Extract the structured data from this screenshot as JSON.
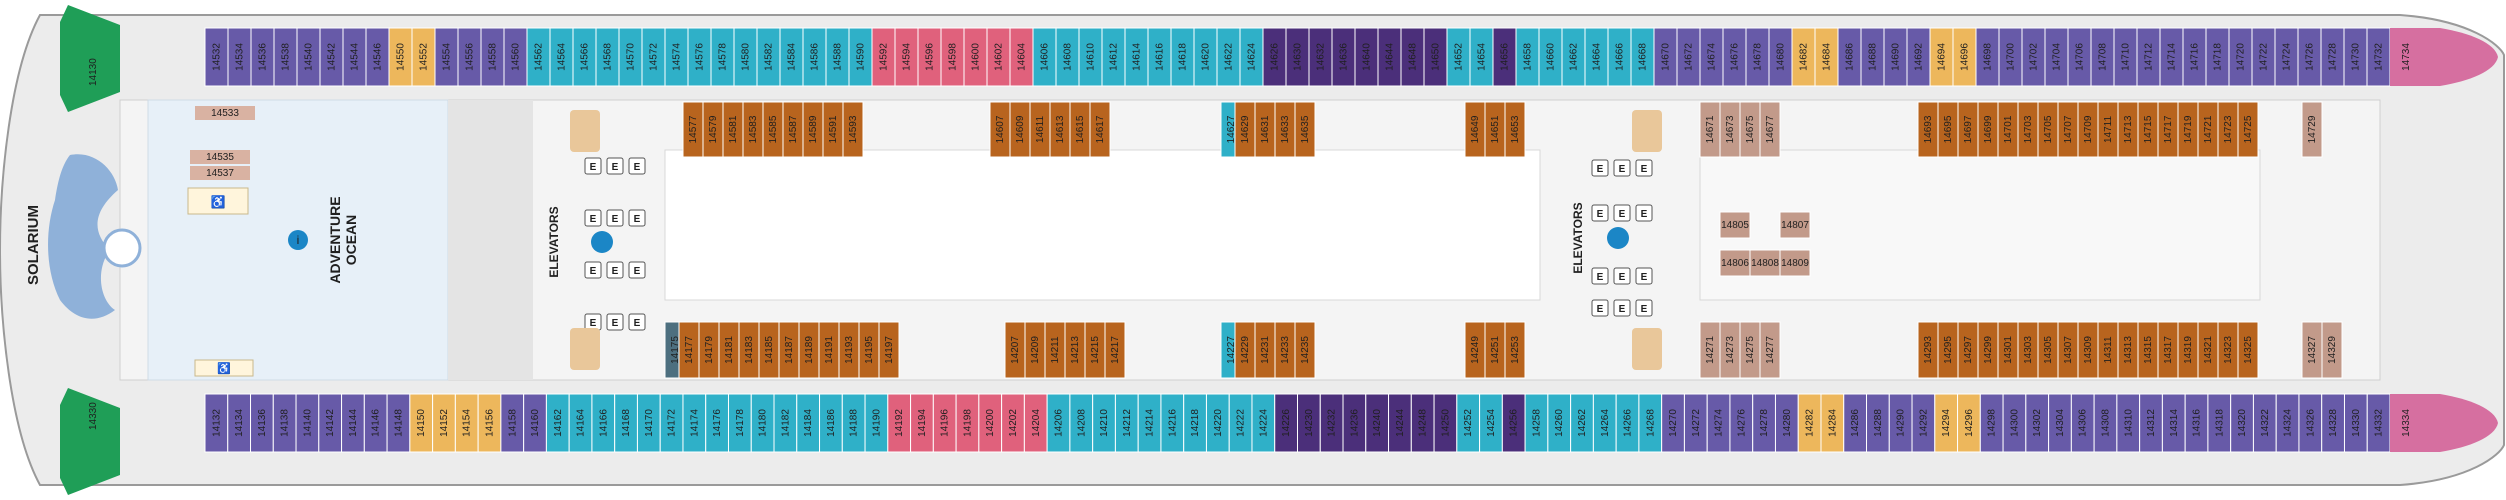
{
  "deck": {
    "solarium_label": "SOLARIUM",
    "adventure_label_1": "ADVENTURE",
    "adventure_label_2": "OCEAN",
    "elevators_fwd_label": "ELEVATORS",
    "elevators_aft_label": "ELEVATORS",
    "lift_letter": "E",
    "wing_port_number": "14130",
    "wing_starboard_number": "14330"
  },
  "legend_colors": {
    "balcony": "#675aa8",
    "oceanview": "#2fb0c8",
    "interior": "#b8641e",
    "suite": "#4b2f7a",
    "spa": "#e0617c",
    "family": "#edb75c",
    "boardwalk": "#c29a8a",
    "wing": "#1f9e57",
    "aft_suite": "#d66fa0"
  },
  "top_row": [
    {
      "n": "14532",
      "t": "balcony"
    },
    {
      "n": "14534",
      "t": "balcony"
    },
    {
      "n": "14536",
      "t": "balcony"
    },
    {
      "n": "14538",
      "t": "balcony"
    },
    {
      "n": "14540",
      "t": "balcony"
    },
    {
      "n": "14542",
      "t": "balcony"
    },
    {
      "n": "14544",
      "t": "balcony"
    },
    {
      "n": "14546",
      "t": "balcony"
    },
    {
      "n": "14550",
      "t": "family"
    },
    {
      "n": "14552",
      "t": "family"
    },
    {
      "n": "14554",
      "t": "balcony"
    },
    {
      "n": "14556",
      "t": "balcony"
    },
    {
      "n": "14558",
      "t": "balcony"
    },
    {
      "n": "14560",
      "t": "balcony"
    },
    {
      "n": "14562",
      "t": "oceanview"
    },
    {
      "n": "14564",
      "t": "oceanview"
    },
    {
      "n": "14566",
      "t": "oceanview"
    },
    {
      "n": "14568",
      "t": "oceanview"
    },
    {
      "n": "14570",
      "t": "oceanview"
    },
    {
      "n": "14572",
      "t": "oceanview"
    },
    {
      "n": "14574",
      "t": "oceanview"
    },
    {
      "n": "14576",
      "t": "oceanview"
    },
    {
      "n": "14578",
      "t": "oceanview"
    },
    {
      "n": "14580",
      "t": "oceanview"
    },
    {
      "n": "14582",
      "t": "oceanview"
    },
    {
      "n": "14584",
      "t": "oceanview"
    },
    {
      "n": "14586",
      "t": "oceanview"
    },
    {
      "n": "14588",
      "t": "oceanview"
    },
    {
      "n": "14590",
      "t": "oceanview"
    },
    {
      "n": "14592",
      "t": "spa"
    },
    {
      "n": "14594",
      "t": "spa"
    },
    {
      "n": "14596",
      "t": "spa"
    },
    {
      "n": "14598",
      "t": "spa"
    },
    {
      "n": "14600",
      "t": "spa"
    },
    {
      "n": "14602",
      "t": "spa"
    },
    {
      "n": "14604",
      "t": "spa"
    },
    {
      "n": "14606",
      "t": "oceanview"
    },
    {
      "n": "14608",
      "t": "oceanview"
    },
    {
      "n": "14610",
      "t": "oceanview"
    },
    {
      "n": "14612",
      "t": "oceanview"
    },
    {
      "n": "14614",
      "t": "oceanview"
    },
    {
      "n": "14616",
      "t": "oceanview"
    },
    {
      "n": "14618",
      "t": "oceanview"
    },
    {
      "n": "14620",
      "t": "oceanview"
    },
    {
      "n": "14622",
      "t": "oceanview"
    },
    {
      "n": "14624",
      "t": "oceanview"
    },
    {
      "n": "14626",
      "t": "suite"
    },
    {
      "n": "14630",
      "t": "suite"
    },
    {
      "n": "14632",
      "t": "suite"
    },
    {
      "n": "14636",
      "t": "suite"
    },
    {
      "n": "14640",
      "t": "suite"
    },
    {
      "n": "14644",
      "t": "suite"
    },
    {
      "n": "14648",
      "t": "suite"
    },
    {
      "n": "14650",
      "t": "suite"
    },
    {
      "n": "14652",
      "t": "oceanview"
    },
    {
      "n": "14654",
      "t": "oceanview"
    },
    {
      "n": "14656",
      "t": "suite"
    },
    {
      "n": "14658",
      "t": "oceanview"
    },
    {
      "n": "14660",
      "t": "oceanview"
    },
    {
      "n": "14662",
      "t": "oceanview"
    },
    {
      "n": "14664",
      "t": "oceanview"
    },
    {
      "n": "14666",
      "t": "oceanview"
    },
    {
      "n": "14668",
      "t": "oceanview"
    },
    {
      "n": "14670",
      "t": "balcony"
    },
    {
      "n": "14672",
      "t": "balcony"
    },
    {
      "n": "14674",
      "t": "balcony"
    },
    {
      "n": "14676",
      "t": "balcony"
    },
    {
      "n": "14678",
      "t": "balcony"
    },
    {
      "n": "14680",
      "t": "balcony"
    },
    {
      "n": "14682",
      "t": "family"
    },
    {
      "n": "14684",
      "t": "family"
    },
    {
      "n": "14686",
      "t": "balcony"
    },
    {
      "n": "14688",
      "t": "balcony"
    },
    {
      "n": "14690",
      "t": "balcony"
    },
    {
      "n": "14692",
      "t": "balcony"
    },
    {
      "n": "14694",
      "t": "family"
    },
    {
      "n": "14696",
      "t": "family"
    },
    {
      "n": "14698",
      "t": "balcony"
    },
    {
      "n": "14700",
      "t": "balcony"
    },
    {
      "n": "14702",
      "t": "balcony"
    },
    {
      "n": "14704",
      "t": "balcony"
    },
    {
      "n": "14706",
      "t": "balcony"
    },
    {
      "n": "14708",
      "t": "balcony"
    },
    {
      "n": "14710",
      "t": "balcony"
    },
    {
      "n": "14712",
      "t": "balcony"
    },
    {
      "n": "14714",
      "t": "balcony"
    },
    {
      "n": "14716",
      "t": "balcony"
    },
    {
      "n": "14718",
      "t": "balcony"
    },
    {
      "n": "14720",
      "t": "balcony"
    },
    {
      "n": "14722",
      "t": "balcony"
    },
    {
      "n": "14724",
      "t": "balcony"
    },
    {
      "n": "14726",
      "t": "balcony"
    },
    {
      "n": "14728",
      "t": "balcony"
    },
    {
      "n": "14730",
      "t": "balcony"
    },
    {
      "n": "14732",
      "t": "balcony"
    }
  ],
  "top_row_end": {
    "n": "14734",
    "t": "aft_suite"
  },
  "bottom_row": [
    {
      "n": "14132",
      "t": "balcony"
    },
    {
      "n": "14134",
      "t": "balcony"
    },
    {
      "n": "14136",
      "t": "balcony"
    },
    {
      "n": "14138",
      "t": "balcony"
    },
    {
      "n": "14140",
      "t": "balcony"
    },
    {
      "n": "14142",
      "t": "balcony"
    },
    {
      "n": "14144",
      "t": "balcony"
    },
    {
      "n": "14146",
      "t": "balcony"
    },
    {
      "n": "14148",
      "t": "balcony"
    },
    {
      "n": "14150",
      "t": "family"
    },
    {
      "n": "14152",
      "t": "family"
    },
    {
      "n": "14154",
      "t": "family"
    },
    {
      "n": "14156",
      "t": "family"
    },
    {
      "n": "14158",
      "t": "balcony"
    },
    {
      "n": "14160",
      "t": "balcony"
    },
    {
      "n": "14162",
      "t": "oceanview"
    },
    {
      "n": "14164",
      "t": "oceanview"
    },
    {
      "n": "14166",
      "t": "oceanview"
    },
    {
      "n": "14168",
      "t": "oceanview"
    },
    {
      "n": "14170",
      "t": "oceanview"
    },
    {
      "n": "14172",
      "t": "oceanview"
    },
    {
      "n": "14174",
      "t": "oceanview"
    },
    {
      "n": "14176",
      "t": "oceanview"
    },
    {
      "n": "14178",
      "t": "oceanview"
    },
    {
      "n": "14180",
      "t": "oceanview"
    },
    {
      "n": "14182",
      "t": "oceanview"
    },
    {
      "n": "14184",
      "t": "oceanview"
    },
    {
      "n": "14186",
      "t": "oceanview"
    },
    {
      "n": "14188",
      "t": "oceanview"
    },
    {
      "n": "14190",
      "t": "oceanview"
    },
    {
      "n": "14192",
      "t": "spa"
    },
    {
      "n": "14194",
      "t": "spa"
    },
    {
      "n": "14196",
      "t": "spa"
    },
    {
      "n": "14198",
      "t": "spa"
    },
    {
      "n": "14200",
      "t": "spa"
    },
    {
      "n": "14202",
      "t": "spa"
    },
    {
      "n": "14204",
      "t": "spa"
    },
    {
      "n": "14206",
      "t": "oceanview"
    },
    {
      "n": "14208",
      "t": "oceanview"
    },
    {
      "n": "14210",
      "t": "oceanview"
    },
    {
      "n": "14212",
      "t": "oceanview"
    },
    {
      "n": "14214",
      "t": "oceanview"
    },
    {
      "n": "14216",
      "t": "oceanview"
    },
    {
      "n": "14218",
      "t": "oceanview"
    },
    {
      "n": "14220",
      "t": "oceanview"
    },
    {
      "n": "14222",
      "t": "oceanview"
    },
    {
      "n": "14224",
      "t": "oceanview"
    },
    {
      "n": "14226",
      "t": "suite"
    },
    {
      "n": "14230",
      "t": "suite"
    },
    {
      "n": "14232",
      "t": "suite"
    },
    {
      "n": "14236",
      "t": "suite"
    },
    {
      "n": "14240",
      "t": "suite"
    },
    {
      "n": "14244",
      "t": "suite"
    },
    {
      "n": "14248",
      "t": "suite"
    },
    {
      "n": "14250",
      "t": "suite"
    },
    {
      "n": "14252",
      "t": "oceanview"
    },
    {
      "n": "14254",
      "t": "oceanview"
    },
    {
      "n": "14256",
      "t": "suite"
    },
    {
      "n": "14258",
      "t": "oceanview"
    },
    {
      "n": "14260",
      "t": "oceanview"
    },
    {
      "n": "14262",
      "t": "oceanview"
    },
    {
      "n": "14264",
      "t": "oceanview"
    },
    {
      "n": "14266",
      "t": "oceanview"
    },
    {
      "n": "14268",
      "t": "oceanview"
    },
    {
      "n": "14270",
      "t": "balcony"
    },
    {
      "n": "14272",
      "t": "balcony"
    },
    {
      "n": "14274",
      "t": "balcony"
    },
    {
      "n": "14276",
      "t": "balcony"
    },
    {
      "n": "14278",
      "t": "balcony"
    },
    {
      "n": "14280",
      "t": "balcony"
    },
    {
      "n": "14282",
      "t": "family"
    },
    {
      "n": "14284",
      "t": "family"
    },
    {
      "n": "14286",
      "t": "balcony"
    },
    {
      "n": "14288",
      "t": "balcony"
    },
    {
      "n": "14290",
      "t": "balcony"
    },
    {
      "n": "14292",
      "t": "balcony"
    },
    {
      "n": "14294",
      "t": "family"
    },
    {
      "n": "14296",
      "t": "family"
    },
    {
      "n": "14298",
      "t": "balcony"
    },
    {
      "n": "14300",
      "t": "balcony"
    },
    {
      "n": "14302",
      "t": "balcony"
    },
    {
      "n": "14304",
      "t": "balcony"
    },
    {
      "n": "14306",
      "t": "balcony"
    },
    {
      "n": "14308",
      "t": "balcony"
    },
    {
      "n": "14310",
      "t": "balcony"
    },
    {
      "n": "14312",
      "t": "balcony"
    },
    {
      "n": "14314",
      "t": "balcony"
    },
    {
      "n": "14316",
      "t": "balcony"
    },
    {
      "n": "14318",
      "t": "balcony"
    },
    {
      "n": "14320",
      "t": "balcony"
    },
    {
      "n": "14322",
      "t": "balcony"
    },
    {
      "n": "14324",
      "t": "balcony"
    },
    {
      "n": "14326",
      "t": "balcony"
    },
    {
      "n": "14328",
      "t": "balcony"
    },
    {
      "n": "14330",
      "t": "balcony"
    },
    {
      "n": "14332",
      "t": "balcony"
    }
  ],
  "bottom_row_end": {
    "n": "14334",
    "t": "aft_suite"
  },
  "fwd_small_labels": [
    "14533",
    "14535",
    "14537"
  ],
  "inner_top_groups": [
    {
      "t": "interior",
      "cabins": [
        "14577",
        "14579",
        "14581",
        "14583",
        "14585",
        "14587",
        "14589",
        "14591",
        "14593"
      ]
    },
    {
      "t": "interior",
      "cabins": [
        "14607",
        "14609",
        "14611",
        "14613",
        "14615",
        "14617"
      ]
    },
    {
      "t": "oceanview",
      "cabins": [
        "14627"
      ]
    },
    {
      "t": "interior",
      "cabins": [
        "14629",
        "14631",
        "14633",
        "14635"
      ]
    },
    {
      "t": "interior",
      "cabins": [
        "14649",
        "14651",
        "14653"
      ]
    },
    {
      "t": "boardwalk",
      "cabins": [
        "14671",
        "14673",
        "14675",
        "14677"
      ]
    },
    {
      "t": "interior",
      "cabins": [
        "14693",
        "14695",
        "14697",
        "14699",
        "14701",
        "14703",
        "14705",
        "14707",
        "14709",
        "14711",
        "14713",
        "14715",
        "14717",
        "14719",
        "14721",
        "14723",
        "14725"
      ]
    },
    {
      "t": "boardwalk",
      "cabins": [
        "14729"
      ]
    }
  ],
  "inner_bottom_groups": [
    {
      "t": "slate",
      "cabins": [
        "14175"
      ]
    },
    {
      "t": "interior",
      "cabins": [
        "14177",
        "14179",
        "14181",
        "14183",
        "14185",
        "14187",
        "14189",
        "14191",
        "14193",
        "14195",
        "14197"
      ]
    },
    {
      "t": "interior",
      "cabins": [
        "14207",
        "14209",
        "14211",
        "14213",
        "14215",
        "14217"
      ]
    },
    {
      "t": "oceanview",
      "cabins": [
        "14227"
      ]
    },
    {
      "t": "interior",
      "cabins": [
        "14229",
        "14231",
        "14233",
        "14235"
      ]
    },
    {
      "t": "interior",
      "cabins": [
        "14249",
        "14251",
        "14253"
      ]
    },
    {
      "t": "boardwalk",
      "cabins": [
        "14271",
        "14273",
        "14275",
        "14277"
      ]
    },
    {
      "t": "interior",
      "cabins": [
        "14293",
        "14295",
        "14297",
        "14299",
        "14301",
        "14303",
        "14305",
        "14307",
        "14309",
        "14311",
        "14313",
        "14315",
        "14317",
        "14319",
        "14321",
        "14323",
        "14325"
      ]
    },
    {
      "t": "boardwalk",
      "cabins": [
        "14327",
        "14329"
      ]
    }
  ],
  "aft_center_cabins": [
    "14805",
    "14807",
    "14806",
    "14808",
    "14809"
  ]
}
